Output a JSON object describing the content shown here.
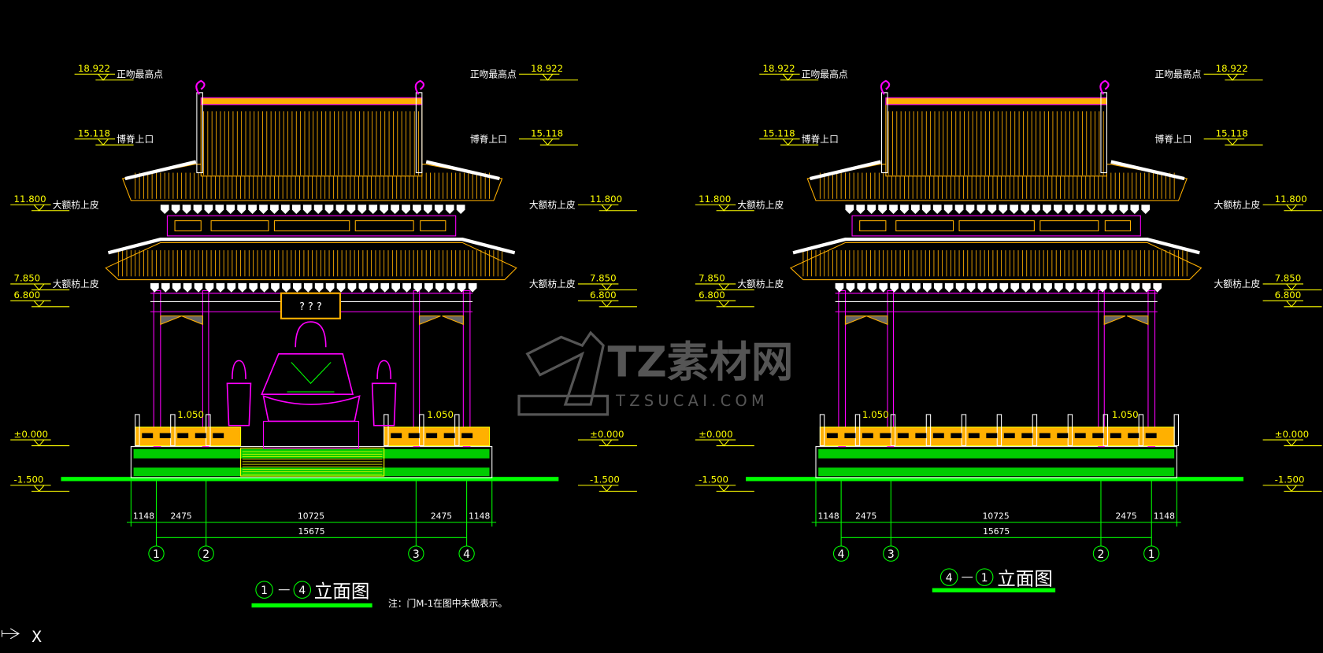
{
  "levels": [
    {
      "value": "18.922",
      "label": "正吻最高点"
    },
    {
      "value": "15.118",
      "label": "博脊上口"
    },
    {
      "value": "11.800",
      "label": "大额枋上皮"
    },
    {
      "value": "7.850",
      "label": "大额枋上皮"
    },
    {
      "value": "6.800",
      "label": ""
    },
    {
      "value": "±0.000",
      "label": ""
    },
    {
      "value": "-1.500",
      "label": ""
    }
  ],
  "drawings": [
    {
      "title_from": "1",
      "title_to": "4",
      "title_text": "立面图",
      "axes": [
        "1",
        "2",
        "3",
        "4"
      ],
      "dims": [
        "1148",
        "2475",
        "10725",
        "2475",
        "1148"
      ],
      "total": "15675",
      "railing_level": "1.050",
      "sign": "? ? ?",
      "note": "注：门M-1在图中未做表示。"
    },
    {
      "title_from": "4",
      "title_to": "1",
      "title_text": "立面图",
      "axes": [
        "4",
        "3",
        "2",
        "1"
      ],
      "dims": [
        "1148",
        "2475",
        "10725",
        "2475",
        "1148"
      ],
      "total": "15675",
      "railing_level": "1.050"
    }
  ],
  "watermark": {
    "name": "TZ素材网",
    "url": "TZSUCAI.COM"
  },
  "ucs": {
    "x_label": "X"
  },
  "colors": {
    "background": "#000000",
    "green": "#00ff00",
    "magenta": "#ff00ff",
    "yellow": "#ffff00",
    "orange": "#ffb000",
    "white": "#ffffff"
  }
}
